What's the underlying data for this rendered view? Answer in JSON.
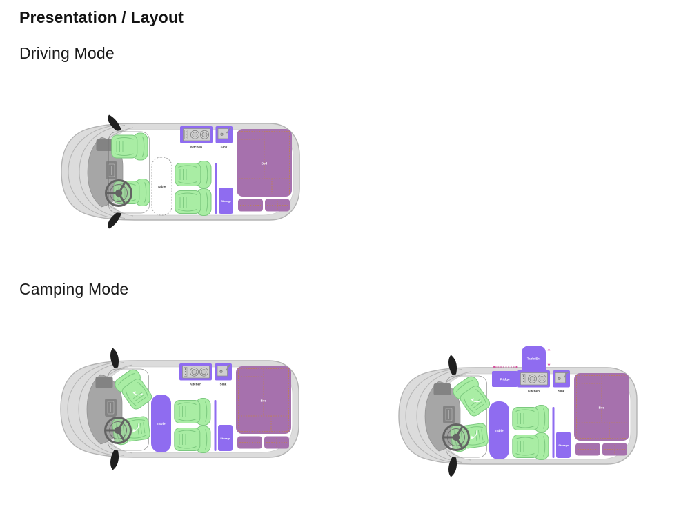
{
  "page": {
    "title": "Presentation / Layout"
  },
  "sections": [
    {
      "heading": "Driving Mode"
    },
    {
      "heading": "Camping Mode"
    }
  ],
  "colors": {
    "purple": "#8f6cf0",
    "bed": "#a671ad",
    "bed_lines": "#c0824d",
    "seat_fill": "#a9eda4",
    "seat_stroke": "#7cc97f",
    "van_body": "#dcdcdc",
    "van_edge": "#b3b3b3",
    "dashboard": "#a6a6a6",
    "arrow_pink": "#d6509e",
    "label_dark": "#3c3c3c",
    "label_light": "#ffffff",
    "mirror": "#1f1f1f"
  },
  "vans": [
    {
      "name": "driving-layout",
      "features": {
        "table": "stowed",
        "front_seats": "forward",
        "mirrors": "extended",
        "fridge_slide": false,
        "table_extension": false
      },
      "labels": {
        "kitchen": "Kitchen",
        "sink": "Sink",
        "bed": "Bed",
        "table": "Table",
        "storage": "Storage"
      }
    },
    {
      "name": "camping-layout",
      "features": {
        "table": "deployed",
        "front_seats": "rotated",
        "mirrors": "folded",
        "fridge_slide": false,
        "table_extension": false
      },
      "labels": {
        "kitchen": "Kitchen",
        "sink": "Sink",
        "bed": "Bed",
        "table": "Table",
        "storage": "Storage"
      }
    },
    {
      "name": "camping-extended-layout",
      "features": {
        "table": "deployed",
        "front_seats": "rotated",
        "mirrors": "folded",
        "fridge_slide": true,
        "table_extension": true
      },
      "labels": {
        "kitchen": "Kitchen",
        "sink": "Sink",
        "bed": "Bed",
        "table": "Table",
        "storage": "Storage",
        "fridge": "Fridge",
        "table_ext": "Table Ext"
      }
    }
  ]
}
